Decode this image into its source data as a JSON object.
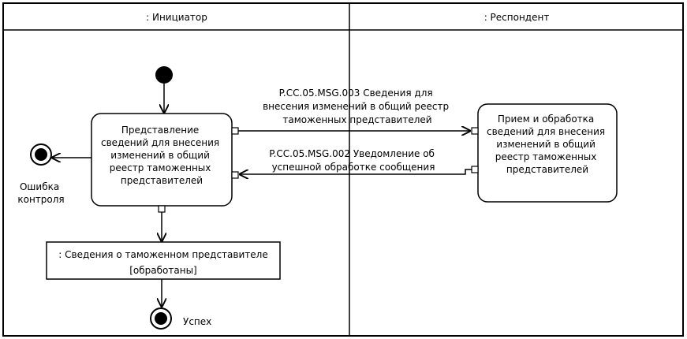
{
  "lanes": [
    {
      "title": ": Инициатор"
    },
    {
      "title": ": Респондент"
    }
  ],
  "nodes": {
    "present": {
      "lines": [
        "Представление",
        "сведений для внесения",
        "изменений в общий",
        "реестр таможенных",
        "представителей"
      ]
    },
    "process": {
      "lines": [
        "Прием и обработка",
        "сведений для внесения",
        "изменений в общий",
        "реестр таможенных",
        "представителей"
      ]
    },
    "object": {
      "line1": ": Сведения о таможенном представителе",
      "line2": "[обработаны]"
    },
    "error_end": {
      "lines": [
        "Ошибка",
        "контроля"
      ]
    },
    "success_end": {
      "label": "Успех"
    }
  },
  "messages": {
    "msg003": {
      "lines": [
        "P.CC.05.MSG.003 Сведения для",
        "внесения изменений в общий реестр",
        "таможенных представителей"
      ]
    },
    "msg002": {
      "lines": [
        "P.CC.05.MSG.002 Уведомление об",
        "успешной обработке сообщения"
      ]
    }
  }
}
